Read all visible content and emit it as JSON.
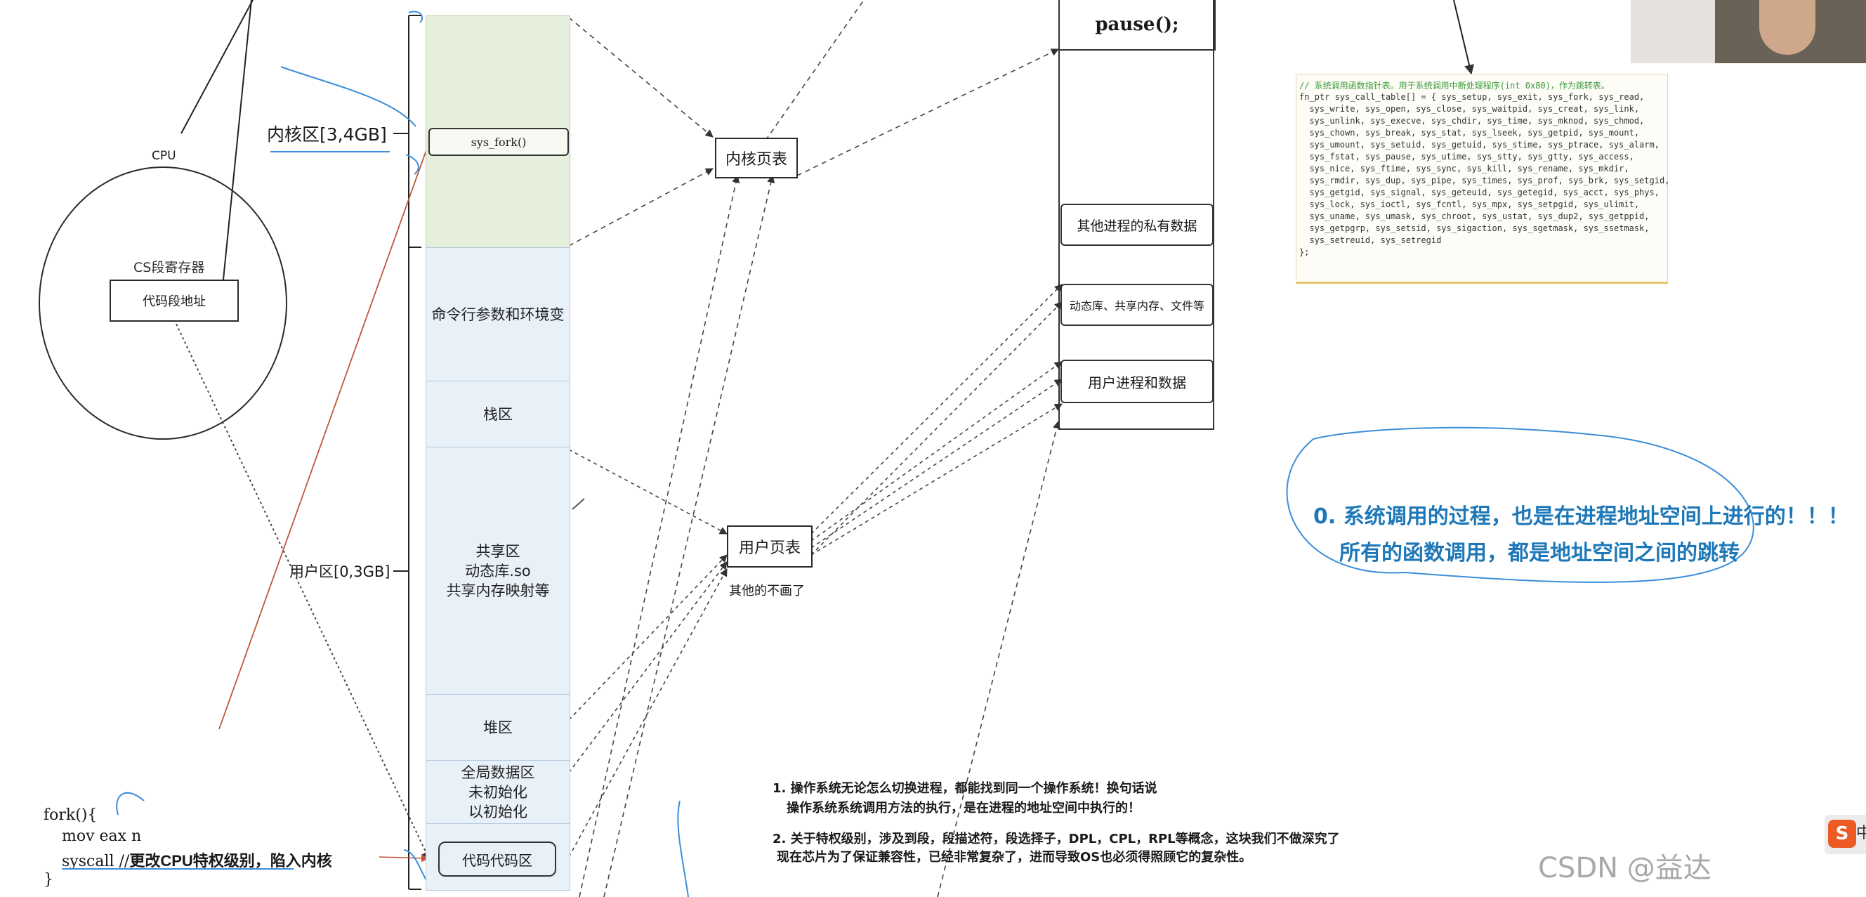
{
  "cpu": {
    "label": "CPU",
    "cs_register_label": "CS段寄存器",
    "cs_register_value": "代码段地址"
  },
  "address_space": {
    "kernel_zone_label": "内核区[3,4GB]",
    "user_zone_label": "用户区[0,3GB]",
    "sys_fork_label": "sys_fork()",
    "cells": [
      "命令行参数和环境变",
      "栈区",
      "共享区\n动态库.so\n共享内存映射等",
      "堆区",
      "全局数据区\n未初始化\n以初始化"
    ],
    "code_label": "代码代码区"
  },
  "page_tables": {
    "kernel": "内核页表",
    "user": "用户页表",
    "note": "其他的不画了"
  },
  "physical_memory": {
    "pause": "pause();",
    "other_private": "其他进程的私有数据",
    "shared_libs": "动态库、共享内存、文件等",
    "user_process": "用户进程和数据"
  },
  "code_panel": {
    "comment": "// 系统调用函数指针表。用于系统调用中断处理程序(int 0x80)，作为跳转表。",
    "lines": [
      "fn_ptr sys_call_table[] = { sys_setup, sys_exit, sys_fork, sys_read,",
      "  sys_write, sys_open, sys_close, sys_waitpid, sys_creat, sys_link,",
      "  sys_unlink, sys_execve, sys_chdir, sys_time, sys_mknod, sys_chmod,",
      "  sys_chown, sys_break, sys_stat, sys_lseek, sys_getpid, sys_mount,",
      "  sys_umount, sys_setuid, sys_getuid, sys_stime, sys_ptrace, sys_alarm,",
      "  sys_fstat, sys_pause, sys_utime, sys_stty, sys_gtty, sys_access,",
      "  sys_nice, sys_ftime, sys_sync, sys_kill, sys_rename, sys_mkdir,",
      "  sys_rmdir, sys_dup, sys_pipe, sys_times, sys_prof, sys_brk, sys_setgid,",
      "  sys_getgid, sys_signal, sys_geteuid, sys_getegid, sys_acct, sys_phys,",
      "  sys_lock, sys_ioctl, sys_fcntl, sys_mpx, sys_setpgid, sys_ulimit,",
      "  sys_uname, sys_umask, sys_chroot, sys_ustat, sys_dup2, sys_getppid,",
      "  sys_getpgrp, sys_setsid, sys_sigaction, sys_sgetmask, sys_ssetmask,",
      "  sys_setreuid, sys_setregid",
      "};"
    ]
  },
  "blue_note": {
    "line1": "0. 系统调用的过程，也是在进程地址空间上进行的！！！",
    "line2": "所有的函数调用，都是地址空间之间的跳转"
  },
  "notes": {
    "n1_line1": "1. 操作系统无论怎么切换进程，都能找到同一个操作系统！换句话说",
    "n1_line2": "操作系统系统调用方法的执行，是在进程的地址空间中执行的！",
    "n2_line1": "2. 关于特权级别，涉及到段，段描述符，段选择子，DPL，CPL，RPL等概念，这块我们不做深究了",
    "n2_line2": "现在芯片为了保证兼容性，已经非常复杂了，进而导致OS也必须得照顾它的复杂性。"
  },
  "fork_code": {
    "line1": "fork(){",
    "line2": "mov eax n",
    "line3a": "syscall //",
    "line3b": "更改CPU特权级别，陷入内核",
    "line4": "}"
  },
  "watermark": "CSDN @益达",
  "tray_text": "中",
  "tray_logo": "S",
  "colors": {
    "kernel_fill": "#e6efdc",
    "user_fill": "#e8f0f8",
    "red_arrow": "#c0553c",
    "blue_accent": "#1e78b8"
  }
}
